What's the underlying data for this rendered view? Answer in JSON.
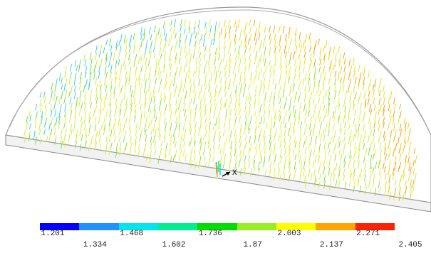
{
  "legend": {
    "colors": [
      "#0000ff",
      "#1e90ff",
      "#00e5ee",
      "#00ee90",
      "#00dd00",
      "#99ee22",
      "#ffff00",
      "#ffa500",
      "#ff2200"
    ],
    "labels_top": [
      "1.201",
      "1.468",
      "1.736",
      "2.003",
      "2.271"
    ],
    "labels_bottom": [
      "1.334",
      "1.602",
      "1.87",
      "2.137",
      "2.405"
    ]
  },
  "triad": {
    "axis_label": "X"
  }
}
